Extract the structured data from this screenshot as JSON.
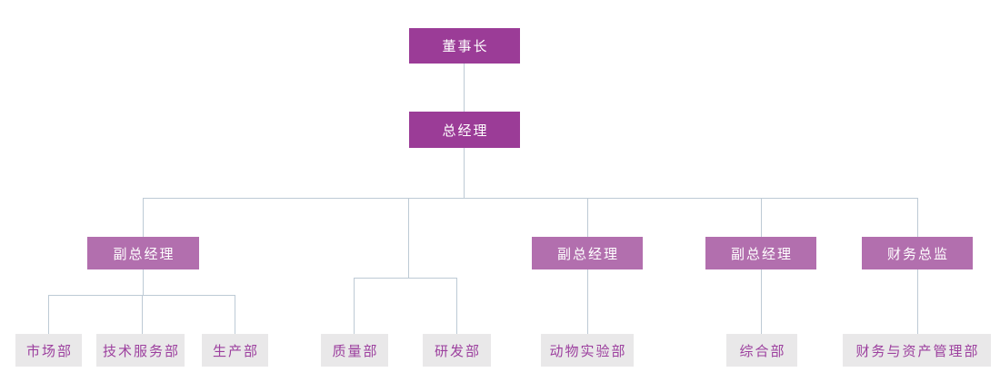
{
  "org_chart": {
    "type": "org-chart",
    "nodes": {
      "chairman": {
        "label": "董事长",
        "level": 1
      },
      "general_manager": {
        "label": "总经理",
        "level": 2
      },
      "vp_a": {
        "label": "副总经理",
        "level": 3
      },
      "vp_b": {
        "label": "副总经理",
        "level": 3
      },
      "vp_c": {
        "label": "副总经理",
        "level": 3
      },
      "finance_director": {
        "label": "财务总监",
        "level": 3
      },
      "market_dept": {
        "label": "市场部",
        "level": 4
      },
      "tech_service_dept": {
        "label": "技术服务部",
        "level": 4
      },
      "production_dept": {
        "label": "生产部",
        "level": 4
      },
      "quality_dept": {
        "label": "质量部",
        "level": 4
      },
      "rd_dept": {
        "label": "研发部",
        "level": 4
      },
      "animal_lab_dept": {
        "label": "动物实验部",
        "level": 4
      },
      "general_affairs_dept": {
        "label": "综合部",
        "level": 4
      },
      "finance_asset_dept": {
        "label": "财务与资产管理部",
        "level": 4
      }
    },
    "edges": [
      {
        "from": "chairman",
        "to": "general_manager"
      },
      {
        "from": "general_manager",
        "to": "vp_a"
      },
      {
        "from": "general_manager",
        "to": "quality_dept"
      },
      {
        "from": "general_manager",
        "to": "rd_dept"
      },
      {
        "from": "general_manager",
        "to": "vp_b"
      },
      {
        "from": "general_manager",
        "to": "vp_c"
      },
      {
        "from": "general_manager",
        "to": "finance_director"
      },
      {
        "from": "vp_a",
        "to": "market_dept"
      },
      {
        "from": "vp_a",
        "to": "tech_service_dept"
      },
      {
        "from": "vp_a",
        "to": "production_dept"
      },
      {
        "from": "vp_b",
        "to": "animal_lab_dept"
      },
      {
        "from": "vp_c",
        "to": "general_affairs_dept"
      },
      {
        "from": "finance_director",
        "to": "finance_asset_dept"
      }
    ],
    "colors": {
      "executive_box": "#9B3C97",
      "manager_box": "#B26FAE",
      "department_box": "#E9E8E9",
      "department_text": "#9C3F9E",
      "node_text": "#FFFFFF",
      "connector": "#BDCAD5",
      "background": "#FFFFFF"
    }
  }
}
